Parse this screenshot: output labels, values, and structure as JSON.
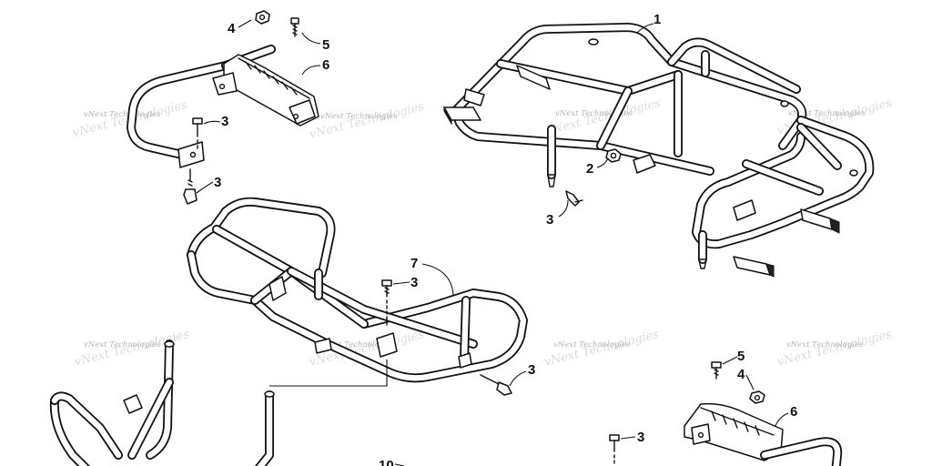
{
  "diagram": {
    "callouts": {
      "rear_rack": "1",
      "nut_rear": "2",
      "bolt_rear_left": "3",
      "bolt_left_upper": "3",
      "bolt_left_lower": "3",
      "nut_left": "4",
      "bolt_left_top": "5",
      "footrest_left": "6",
      "front_rack": "7",
      "bolt_front_top": "3",
      "bolt_front_right": "3",
      "nut_right": "4",
      "bolt_right_top": "5",
      "footrest_right": "6",
      "bolt_right_bottom": "3",
      "bumper": "10"
    },
    "watermark": "vNext Technologies"
  }
}
